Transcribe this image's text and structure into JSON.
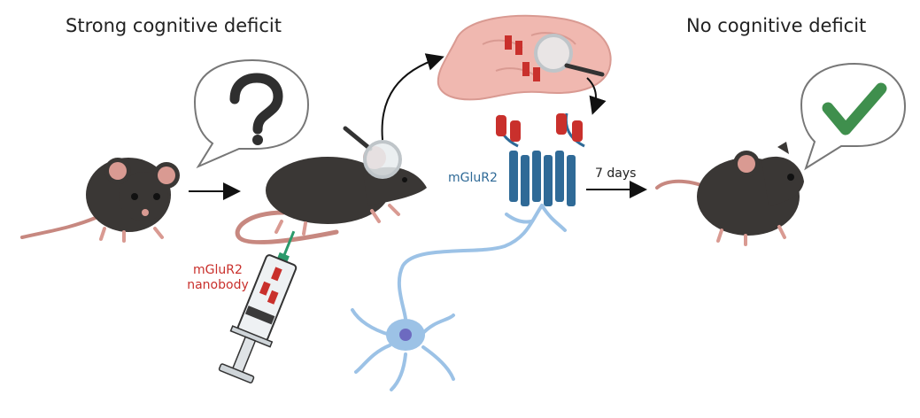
{
  "labels": {
    "title_left": "Strong cognitive deficit",
    "title_right": "No cognitive deficit",
    "nanobody_line1": "mGluR2",
    "nanobody_line2": "nanobody",
    "receptor": "mGluR2",
    "duration": "7 days"
  },
  "colors": {
    "mouse_body": "#3a3735",
    "mouse_ear": "#d99a92",
    "tail": "#c78880",
    "receptor_blue": "#2f6a97",
    "nanobody_red": "#c9302c",
    "brain_pink": "#f0b8b0",
    "neuron_blue": "#9cc2e6",
    "check_green": "#3f8f4d",
    "needle_green": "#2a9a6b"
  },
  "icons": {
    "question": "question-mark-icon",
    "check": "checkmark-icon",
    "magnifier": "magnifying-glass-icon"
  }
}
